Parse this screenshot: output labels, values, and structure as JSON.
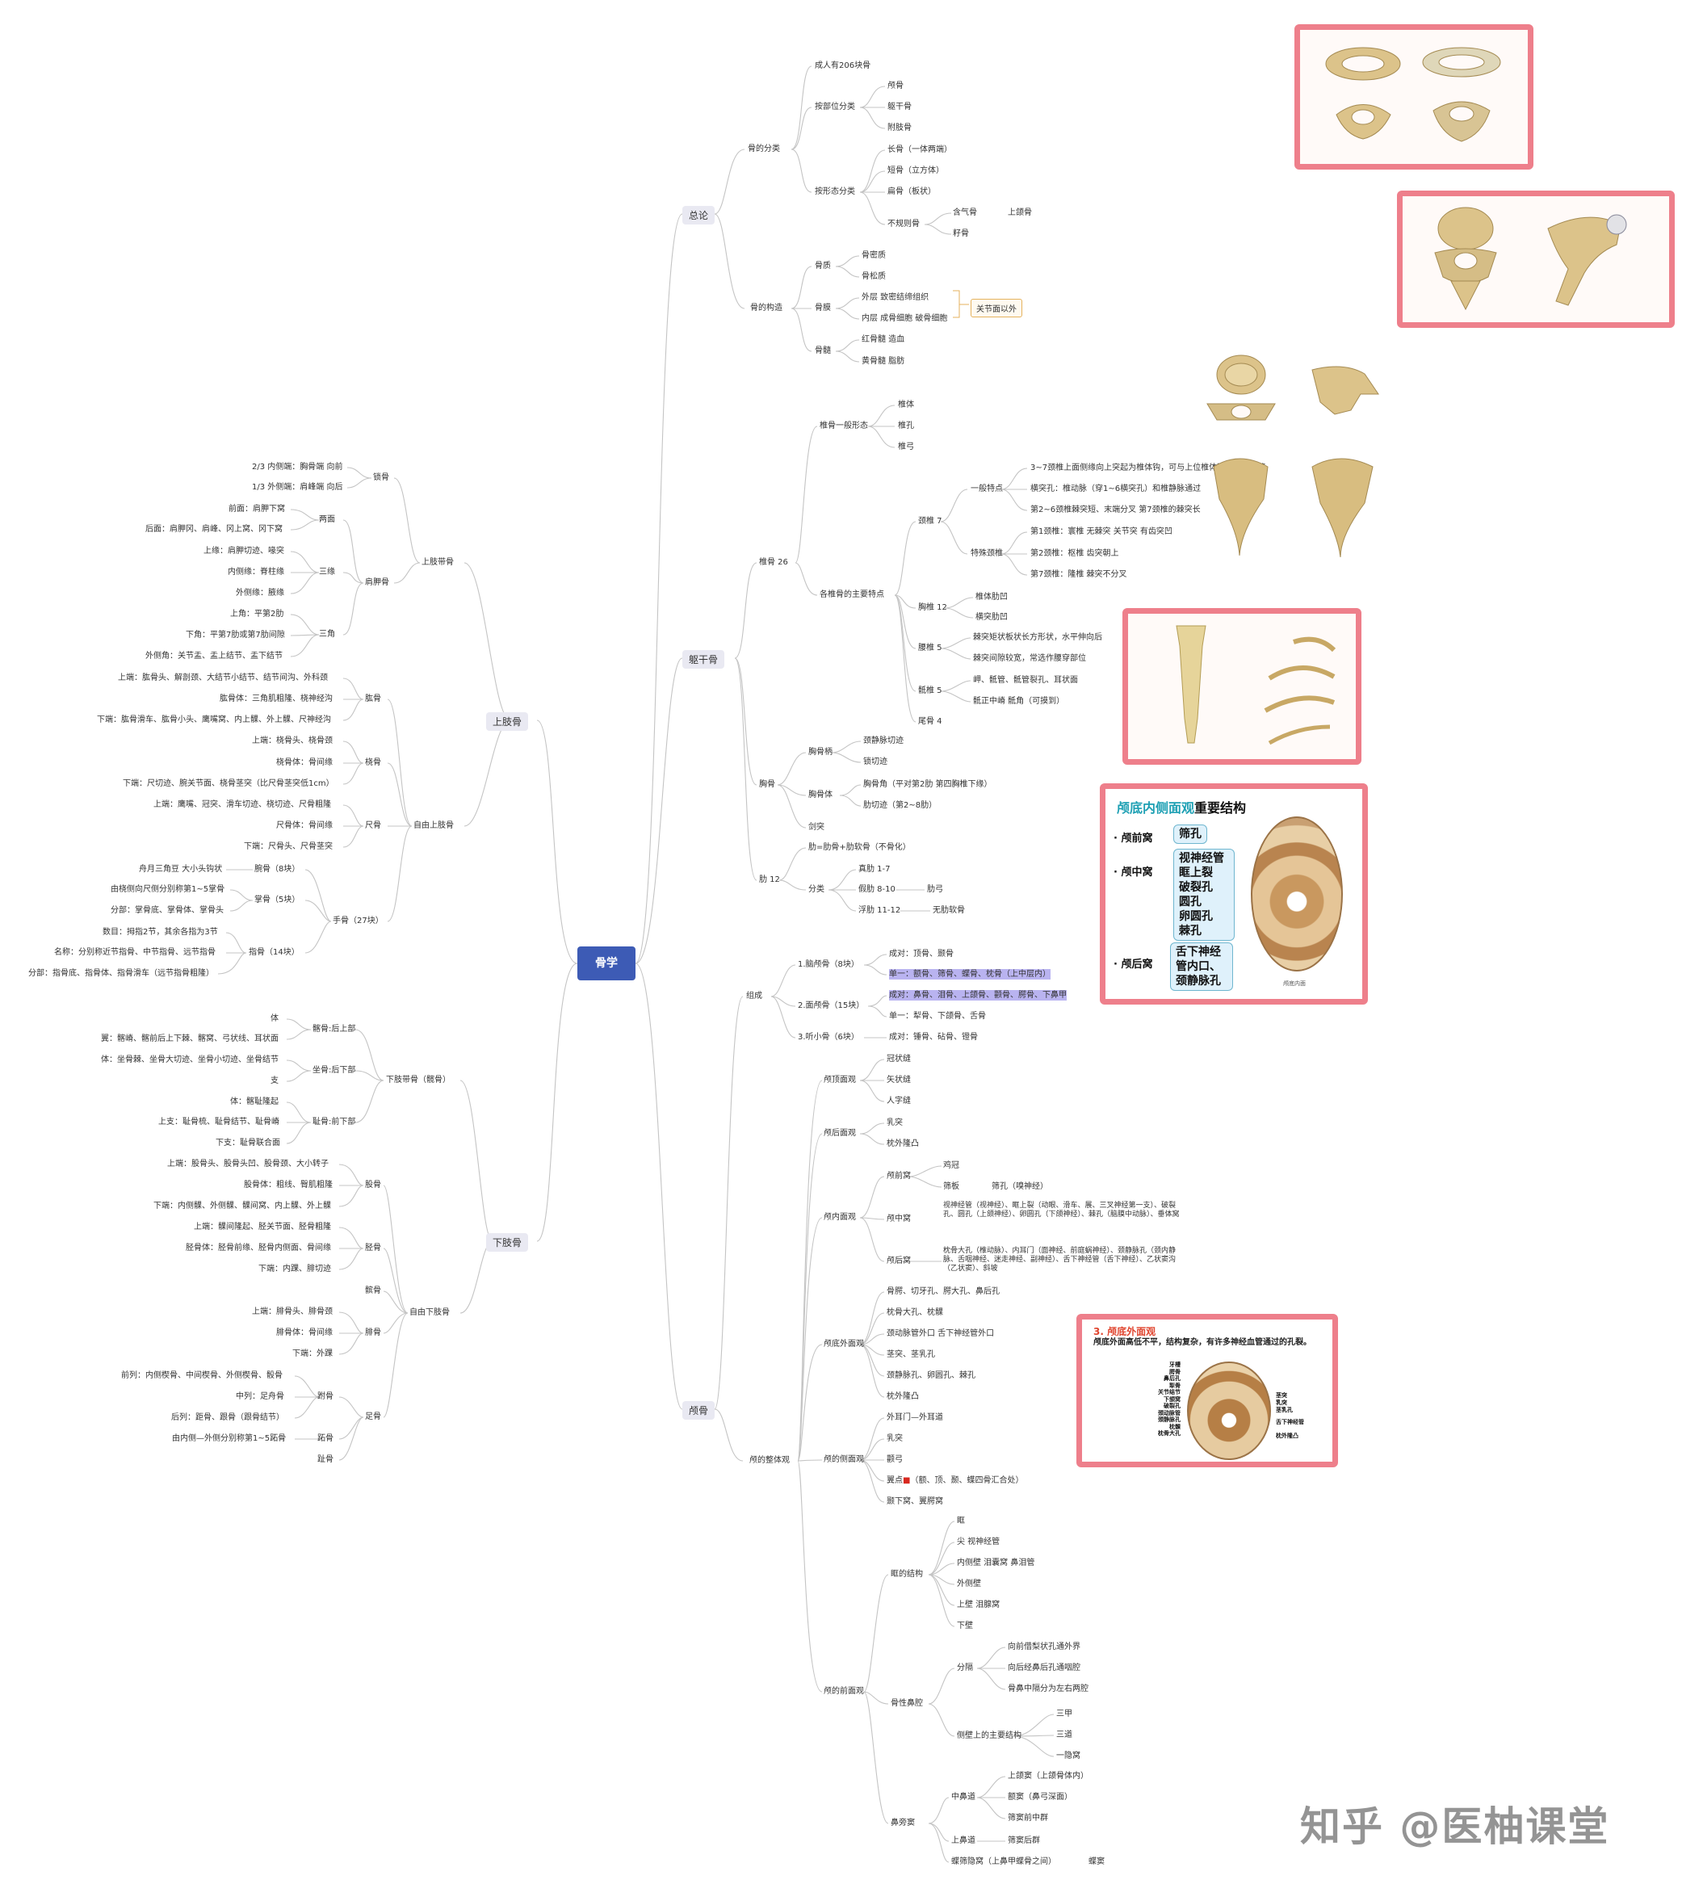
{
  "root": "骨学",
  "branches": {
    "zonglun": "总论",
    "quganggu": "躯干骨",
    "lugu": "颅骨",
    "shangzhigu": "上肢骨",
    "xiazhigu": "下肢骨"
  },
  "zonglun_items": {
    "gudefenlei": "骨的分类",
    "count": "成人有206块骨",
    "anbuwei": "按部位分类",
    "lugu": "颅骨",
    "qugangu": "躯干骨",
    "fuzhigu": "附肢骨",
    "anxingtai": "按形态分类",
    "changgu": "长骨（一体两端）",
    "duangu": "短骨（立方体）",
    "biangu": "扁骨（板状）",
    "buguize": "不规则骨",
    "hanqigu": "含气骨",
    "shanghegu": "上颌骨",
    "zigu": "籽骨",
    "gudegouzao": "骨的构造",
    "guzhi": "骨质",
    "gumizhi": "骨密质",
    "gusongzhi": "骨松质",
    "gumo": "骨膜",
    "waiceng": "外层 致密结缔组织",
    "neiceng": "内层 成骨细胞 破骨细胞",
    "note": "关节面以外",
    "gusui": "骨髓",
    "hongsui": "红骨髓 造血",
    "huangsui": "黄骨髓 脂肪"
  },
  "qugangu_items": {
    "zhuigu": "椎骨 26",
    "yibanxingtai": "椎骨一般形态",
    "zhuiti": "椎体",
    "zhuikong": "椎孔",
    "zhuigong": "椎弓",
    "zhuyaotedian": "各椎骨的主要特点",
    "jingzhui": "颈椎 7",
    "yibantedian": "一般特点",
    "jt1": "3~7颈椎上面侧缘向上突起为椎体钩，可与上位椎体形成钩椎关节",
    "jt2": "横突孔：椎动脉（穿1~6横突孔）和椎静脉通过",
    "jt3": "第2~6颈椎棘突短、末端分叉 第7颈椎的棘突长",
    "teshu": "特殊颈椎",
    "ts1": "第1颈椎：寰椎 无棘突 关节突 有齿突凹",
    "ts2": "第2颈椎：枢椎 齿突朝上",
    "ts3": "第7颈椎：隆椎 棘突不分叉",
    "xiongzhui": "胸椎 12",
    "xz1": "椎体肋凹",
    "xz2": "横突肋凹",
    "yaozhui": "腰椎 5",
    "yz1": "棘突矩状板状长方形状，水平伸向后",
    "yz2": "棘突间隙较宽，常选作腰穿部位",
    "dizhui": "骶椎 5",
    "dz1": "岬、骶管、骶管裂孔、耳状面",
    "dz2": "骶正中嵴 骶角（可摸到）",
    "weigu": "尾骨 4",
    "xionggu": "胸骨",
    "xiongguzhuan": "胸骨柄",
    "jingjingqieji": "颈静脉切迹",
    "suoqieji": "锁切迹",
    "xionggujiao": "胸骨角（平对第2肋 第四胸椎下缘）",
    "xiongguti": "胸骨体",
    "leiqieji": "肋切迹（第2~8肋）",
    "jiantu": "剑突",
    "lei": "肋 12",
    "leigu": "肋=肋骨+肋软骨（不骨化）",
    "fenlei": "分类",
    "zhenlei": "真肋 1-7",
    "jialei": "假肋 8-10",
    "leigong": "肋弓",
    "fulei": "浮肋 11-12",
    "wugulei": "无肋软骨"
  },
  "lugu_items": {
    "zucheng": "组成",
    "naolugu": "1.脑颅骨（8块）",
    "nl_chengdui": "成对：顶骨、颞骨",
    "nl_dange": "单一：额骨、筛骨、蝶骨、枕骨（上中层内）",
    "mianlugu": "2.面颅骨（15块）",
    "ml_chengdui": "成对：鼻骨、泪骨、上颌骨、颧骨、腭骨、下鼻甲",
    "ml_dange": "单一：犁骨、下颌骨、舌骨",
    "tingxiaogu": "3.听小骨（6块）",
    "tx_chengdui": "成对：锤骨、砧骨、镫骨",
    "zhengti": "颅的整体观",
    "dingmian": "颅顶面观",
    "guanzhuangfeng": "冠状缝",
    "shizhuangfeng": "矢状缝",
    "rengzifeng": "人字缝",
    "houmian": "颅后面观",
    "rutu": "乳突",
    "zhenwailongtu": "枕外隆凸",
    "neimian": "颅内面观",
    "luqianwo": "颅前窝",
    "jiguan": "鸡冠",
    "shaiban": "筛板",
    "shaikong": "筛孔（嗅神经）",
    "luzhongwo": "颅中窝",
    "lzw_text": "视神经管（视神经）、眶上裂（动眼、滑车、展、三叉神经第一支）、破裂孔、圆孔（上颌神经）、卵圆孔（下颌神经）、棘孔（脑膜中动脉）、垂体窝",
    "luhouwo": "颅后窝",
    "lhw_text": "枕骨大孔（椎动脉）、内耳门（面神经、前庭蜗神经）、颈静脉孔（颈内静脉、舌咽神经、迷走神经、副神经）、舌下神经管（舌下神经）、乙状窦沟（乙状窦）、斜坡",
    "waimian": "颅底外面观",
    "wm1": "骨腭、切牙孔、腭大孔、鼻后孔",
    "wm2": "枕骨大孔、枕髁",
    "wm3": "颈动脉管外口 舌下神经管外口",
    "wm4": "茎突、茎乳孔",
    "wm5": "颈静脉孔、卵圆孔、棘孔",
    "wm6": "枕外隆凸",
    "cemian": "颅的侧面观",
    "cm1": "外耳门—外耳道",
    "cm2": "乳突",
    "cm3": "颧弓",
    "cm4_pre": "翼点",
    "cm4": "（额、顶、颞、蝶四骨汇合处）",
    "cm5": "颞下窝、翼腭窝",
    "qianmian": "颅的前面观",
    "kuangjiegou": "眶的结构",
    "kuang1": "眶",
    "kuang2": "尖 视神经管",
    "kuang3": "内侧壁 泪囊窝 鼻泪管",
    "kuang4": "外侧壁",
    "kuang5": "上壁 泪腺窝",
    "kuang6": "下壁",
    "guxingbiqiang": "骨性鼻腔",
    "fenge": "分隔",
    "fg1": "向前借梨状孔通外界",
    "fg2": "向后经鼻后孔通咽腔",
    "fg3": "骨鼻中隔分为左右两腔",
    "cebizhuyao": "侧壁上的主要结构",
    "bijia1": "三甲",
    "bijia2": "三道",
    "bijia3": "一隐窝",
    "bipangdou": "鼻旁窦",
    "zhongbidao": "中鼻道",
    "zb1": "上颌窦（上颌骨体内）",
    "zb2": "额窦（鼻弓深面）",
    "zb3": "筛窦前中群",
    "shangbidao": "上鼻道",
    "sb1": "筛窦后群",
    "diedou": "蝶筛隐窝（上鼻甲蝶骨之间）",
    "diedou2": "蝶窦"
  },
  "shangzhi_items": {
    "shangzhidai": "上肢带骨",
    "suogu": "锁骨",
    "sg1": "2/3 内侧端：胸骨端 向前",
    "sg2": "1/3 外侧端：肩峰端 向后",
    "jianjiagu": "肩胛骨",
    "liangmian": "两面",
    "lm1": "前面：肩胛下窝",
    "lm2": "后面：肩胛冈、肩峰、冈上窝、冈下窝",
    "sanyuan": "三缘",
    "sy1": "上缘：肩胛切迹、喙突",
    "sy2": "内侧缘：脊柱缘",
    "sy3": "外侧缘：腋缘",
    "sanjiao": "三角",
    "sj1": "上角：平第2肋",
    "sj2": "下角：平第7肋或第7肋间隙",
    "sj3": "外侧角：关节盂、盂上结节、盂下结节",
    "ziyoushangzhi": "自由上肢骨",
    "gonggu": "肱骨",
    "gg1": "上端：肱骨头、解剖颈、大结节小结节、结节间沟、外科颈",
    "gg2": "肱骨体：三角肌粗隆、桡神经沟",
    "gg3": "下端：肱骨滑车、肱骨小头、鹰嘴窝、内上髁、外上髁、尺神经沟",
    "raogu": "桡骨",
    "rg1": "上端：桡骨头、桡骨颈",
    "rg2": "桡骨体：骨间缘",
    "rg3": "下端：尺切迹、腕关节面、桡骨茎突（比尺骨茎突低1cm）",
    "chigu": "尺骨",
    "cg1": "上端：鹰嘴、冠突、滑车切迹、桡切迹、尺骨粗隆",
    "cg2": "尺骨体：骨间缘",
    "cg3": "下端：尺骨头、尺骨茎突",
    "shougu": "手骨（27块）",
    "wangu": "腕骨（8块）",
    "wg1": "舟月三角豆 大小头钩状",
    "zhanggu": "掌骨（5块）",
    "zg1": "由桡侧向尺侧分别称第1~5掌骨",
    "zg2": "分部：掌骨底、掌骨体、掌骨头",
    "zhigu": "指骨（14块）",
    "zhg1": "数目：拇指2节，其余各指为3节",
    "zhg2": "名称：分别称近节指骨、中节指骨、远节指骨",
    "zhg3": "分部：指骨底、指骨体、指骨滑车（远节指骨粗隆）"
  },
  "xiazhi_items": {
    "xiazhidai": "下肢带骨（髋骨）",
    "qiagu": "髂骨:后上部",
    "qg0": "体",
    "qg1": "翼：髂嵴、髂前后上下棘、髂窝、弓状线、耳状面",
    "zuogu": "坐骨:后下部",
    "zg1": "体：坐骨棘、坐骨大切迹、坐骨小切迹、坐骨结节",
    "zg2": "支",
    "chigu": "耻骨:前下部",
    "ch1": "体：髂耻隆起",
    "ch2": "上支：耻骨梳、耻骨结节、耻骨嵴",
    "ch3": "下支：耻骨联合面",
    "ziyouxiazhi": "自由下肢骨",
    "gugu": "股骨",
    "gu1": "上端：股骨头、股骨头凹、股骨颈、大小转子",
    "gu2": "股骨体：粗线、臀肌粗隆",
    "gu3": "下端：内侧髁、外侧髁、髁间窝、内上髁、外上髁",
    "jinggu": "胫骨",
    "jg1": "上端：髁间隆起、胫关节面、胫骨粗隆",
    "jg2": "胫骨体：胫骨前缘、胫骨内侧面、骨间缘",
    "jg3": "下端：内踝、腓切迹",
    "bingu": "髌骨",
    "feigu": "腓骨",
    "fg1": "上端：腓骨头、腓骨颈",
    "fg2": "腓骨体：骨间缘",
    "fg3": "下端：外踝",
    "zugu": "足骨",
    "fugu": "跗骨",
    "fu1": "前列：内侧楔骨、中间楔骨、外侧楔骨、骰骨",
    "fu2": "中列：足舟骨",
    "fu3": "后列：距骨、跟骨（跟骨结节）",
    "zhigu": "跖骨",
    "zhi1": "由内侧—外侧分别称第1~5跖骨",
    "zhigu2": "趾骨"
  },
  "plates": {
    "neimian_title_a": "颅底内侧面观",
    "neimian_title_b": "重要结构",
    "qianwo": "· 颅前窝",
    "qianwo_box": "筛孔",
    "zhongwo": "· 颅中窝",
    "zhongwo_box": [
      "视神经管",
      "眶上裂",
      "破裂孔",
      "圆孔",
      "卵圆孔",
      "棘孔"
    ],
    "houwo": "· 颅后窝",
    "houwo_box": [
      "舌下神经",
      "管内口、",
      "颈静脉孔"
    ],
    "neimian_caption": "颅底内面",
    "waimian_title": "3. 颅底外面观",
    "waimian_desc": "颅底外面高低不平，结构复杂，有许多神经血管通过的孔裂。",
    "wm_labels_left": [
      "牙槽",
      "腭骨",
      "鼻后孔",
      "犁骨",
      "关节结节",
      "下颌窝",
      "破裂孔",
      "颈动脉管",
      "颈静脉孔",
      "枕髁",
      "枕骨大孔"
    ],
    "wm_labels_right": [
      "茎突",
      "乳突",
      "茎乳孔",
      "舌下神经管",
      "枕外隆凸"
    ]
  },
  "watermark": "知乎 @医柚课堂",
  "colors": {
    "accent": "#3d5bb5",
    "card_border": "#ee7f8b",
    "highlight": "#b9b3f0",
    "line": "#c9c9c9"
  }
}
